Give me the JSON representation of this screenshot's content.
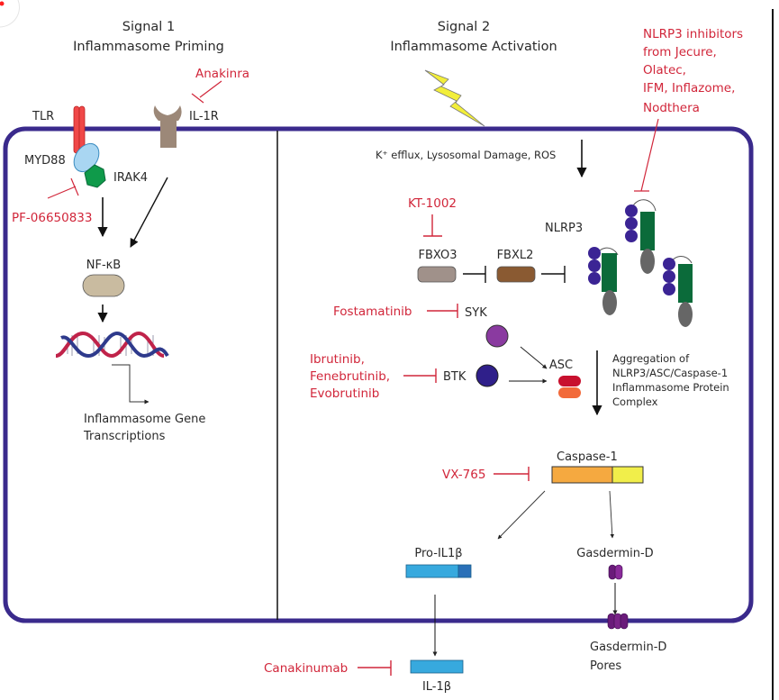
{
  "titles": {
    "signal1_line1": "Signal 1",
    "signal1_line2": "Inflammasome Priming",
    "signal2_line1": "Signal 2",
    "signal2_line2": "Inflammasome Activation"
  },
  "receptors": {
    "tlr": "TLR",
    "il1r": "IL-1R",
    "myd88": "MYD88",
    "irak4": "IRAK4"
  },
  "signal1": {
    "nfkb": "NF-κB",
    "transcription_line1": "Inflammasome Gene",
    "transcription_line2": "Transcriptions"
  },
  "signal2": {
    "triggers": "K⁺ efflux, Lysosomal Damage, ROS",
    "nlrp3": "NLRP3",
    "fbxo3": "FBXO3",
    "fbxl2": "FBXL2",
    "syk": "SYK",
    "btk": "BTK",
    "asc": "ASC",
    "aggregation": [
      "Aggregation of",
      "NLRP3/ASC/Caspase-1",
      "Inflammasome Protein",
      "Complex"
    ],
    "caspase1": "Caspase-1",
    "pro_il1b": "Pro-IL1β",
    "gasdermin_d": "Gasdermin-D",
    "gasdermin_pores_line1": "Gasdermin-D",
    "gasdermin_pores_line2": "Pores",
    "il1b": "IL-1β"
  },
  "inhibitors": {
    "anakinra": "Anakinra",
    "pf06650833": "PF-06650833",
    "nlrp3_inhibitors": [
      "NLRP3 inhibitors",
      "from Jecure,",
      "Olatec,",
      "IFM, Inflazome,",
      "Nodthera"
    ],
    "kt1002": "KT-1002",
    "fostamatinib": "Fostamatinib",
    "btk_inhibitors": [
      "Ibrutinib,",
      "Fenebrutinib,",
      "Evobrutinib"
    ],
    "vx765": "VX-765",
    "canakinumab": "Canakinumab"
  },
  "colors": {
    "membrane": "#3a2a8c",
    "inhibitor": "#d1263a",
    "tlr": "#f04848",
    "myd88": "#a9d6f2",
    "irak4": "#0f9a4a",
    "il1r": "#9c8878",
    "nfkb": "#c9bba0",
    "fbxo3": "#a0918a",
    "fbxl2": "#8a5a32",
    "nlrp3_pyd": "#3b2494",
    "nlrp3_nacht": "#0b6b3a",
    "nlrp3_lrr": "#666666",
    "syk": "#8a3aa0",
    "btk": "#2f1f8a",
    "asc_top": "#c8102e",
    "asc_bottom": "#f26a3a",
    "caspase_main": "#f5a940",
    "caspase_tail": "#f1ee4a",
    "il1b": "#37a9de",
    "il1b_pro": "#2a70b8",
    "gasdermin": "#7a1f8a",
    "lightning": "#f2ee3a"
  }
}
